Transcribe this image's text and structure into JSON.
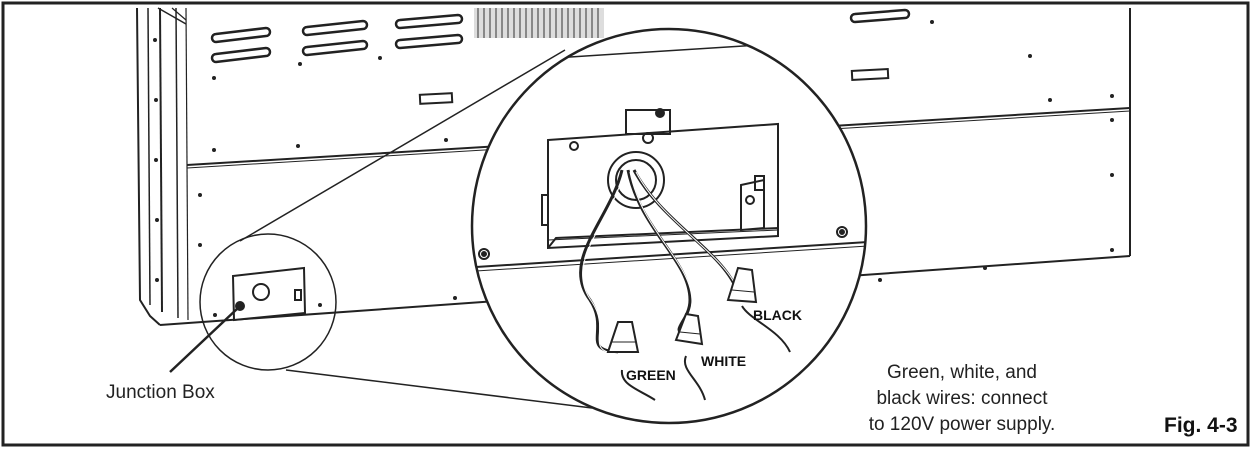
{
  "labels": {
    "junction_box": "Junction Box",
    "green": "GREEN",
    "white": "WHITE",
    "black": "BLACK",
    "note_line1": "Green, white, and",
    "note_line2": "black wires: connect",
    "note_line3": "to 120V power supply.",
    "figure": "Fig. 4-3"
  }
}
